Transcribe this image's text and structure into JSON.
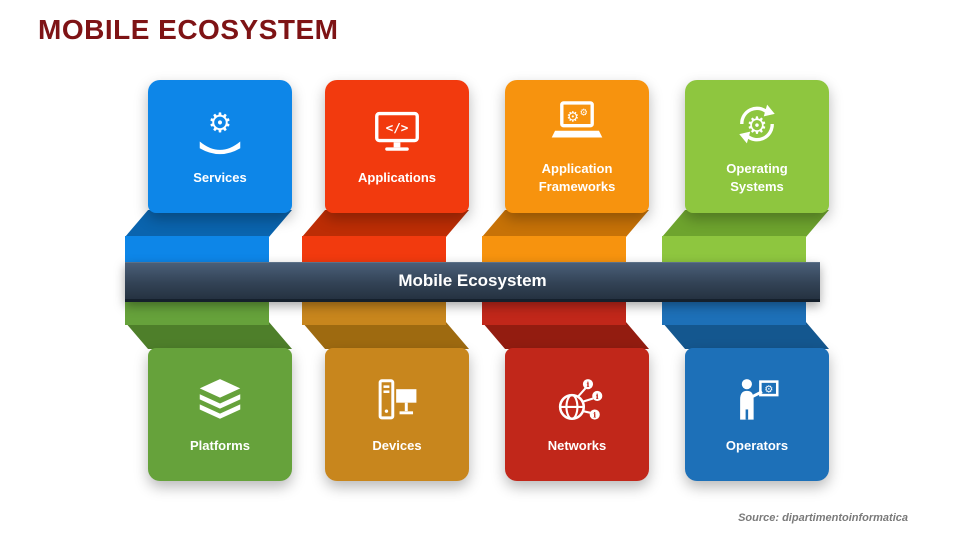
{
  "title": "MOBILE ECOSYSTEM",
  "band": {
    "label": "Mobile Ecosystem"
  },
  "source": "Source: dipartimentoinformatica",
  "colors": {
    "title": "#7e1315",
    "band": "#33435a",
    "services": "#0d86e8",
    "applications": "#f23a0e",
    "application_frameworks": "#f7930e",
    "operating_systems": "#8ec63f",
    "platforms": "#66a23b",
    "devices": "#c8861d",
    "networks": "#c1271a",
    "operators": "#1d70b8"
  },
  "cards": {
    "top": [
      {
        "label": "Services",
        "icon": "hand-gear-icon",
        "color": "#0d86e8",
        "fold_color": "#0a64ae"
      },
      {
        "label": "Applications",
        "icon": "code-monitor-icon",
        "color": "#f23a0e",
        "fold_color": "#bd2d05"
      },
      {
        "label": "Application Frameworks",
        "icon": "laptop-gears-icon",
        "color": "#f7930e",
        "fold_color": "#c77207"
      },
      {
        "label": "Operating Systems",
        "icon": "gear-sync-icon",
        "color": "#8ec63f",
        "fold_color": "#6ea42e"
      }
    ],
    "bottom": [
      {
        "label": "Platforms",
        "icon": "layers-icon",
        "color": "#66a23b",
        "fold_color": "#4e7f2a"
      },
      {
        "label": "Devices",
        "icon": "desktop-computer-icon",
        "color": "#c8861d",
        "fold_color": "#9e6a10"
      },
      {
        "label": "Networks",
        "icon": "network-globe-icon",
        "color": "#c1271a",
        "fold_color": "#931c10"
      },
      {
        "label": "Operators",
        "icon": "presenter-icon",
        "color": "#1d70b8",
        "fold_color": "#14578f"
      }
    ]
  }
}
